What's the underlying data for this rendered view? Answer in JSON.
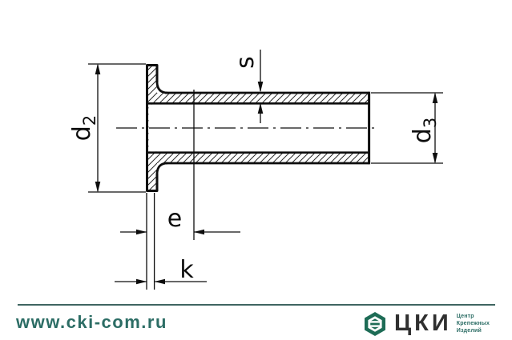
{
  "drawing": {
    "title": "tubular-rivet-cross-section",
    "labels": {
      "d2": {
        "base": "d",
        "sub": "2"
      },
      "d3": {
        "base": "d",
        "sub": "3"
      },
      "s": "s",
      "e": "e",
      "k": "k"
    }
  },
  "footer": {
    "website": "www.cki-com.ru",
    "logo_abbr": "ЦКИ",
    "logo_tagline": [
      "Центр",
      "Крепежных",
      "Изделий"
    ]
  },
  "colors": {
    "line_ink": "#0d0d0d",
    "teal_text": "#2c6d65",
    "logo_green": "#1e6c56",
    "logo_dark": "#2f2f2f",
    "separator": "#3f6561"
  }
}
